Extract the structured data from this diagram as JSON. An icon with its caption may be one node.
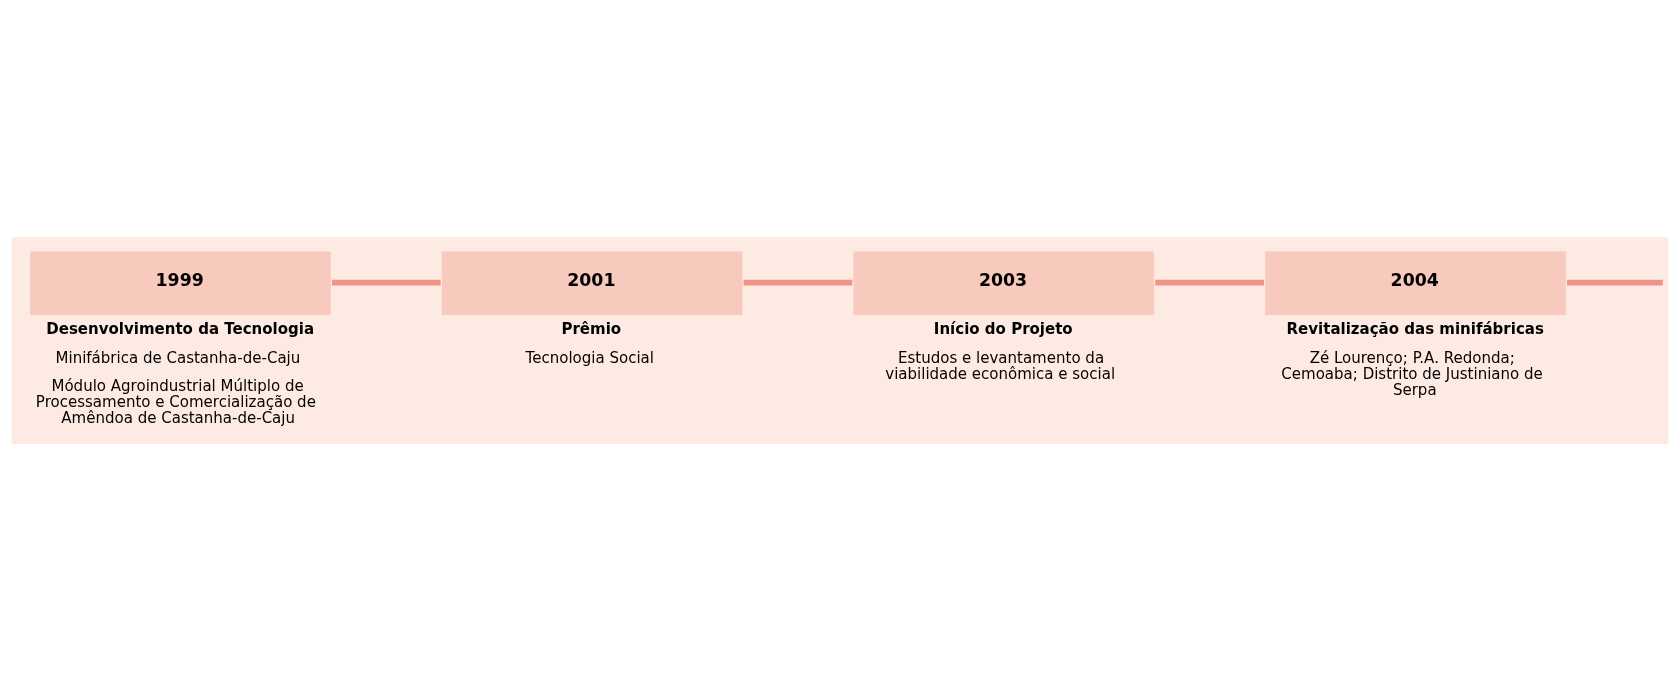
{
  "diagram": {
    "nodes": [
      {
        "text": [
          "1999"
        ],
        "beside": [
          "Desenvolvimento da Tecnologia",
          "Minifábrica de Castanha-de-Caju",
          "Módulo Agroindustrial Múltiplo de Processamento e Comercialização de Amêndoa de Castanha-de-Caju"
        ]
      },
      {
        "text": [
          "2001"
        ],
        "beside": [
          "Prêmio",
          "Tecnologia Social"
        ]
      },
      {
        "text": [
          "2003"
        ],
        "beside": [
          "Início do Projeto",
          "Estudos e levantamento da viabilidade econômica e social"
        ]
      },
      {
        "text": [
          "2004"
        ],
        "beside": [
          "Revitalização das minifábricas",
          "Zé Lourenço; P.A. Redonda; Cemoaba; Distrito de Justiniano de Serpa"
        ]
      }
    ],
    "edges": [
      {
        "from": 0,
        "to": 1,
        "arrow": "none"
      },
      {
        "from": 1,
        "to": 2,
        "arrow": "none"
      },
      {
        "from": 2,
        "to": 3,
        "arrow": "none"
      },
      {
        "from": 3,
        "to": null,
        "arrow": "none"
      }
    ]
  }
}
